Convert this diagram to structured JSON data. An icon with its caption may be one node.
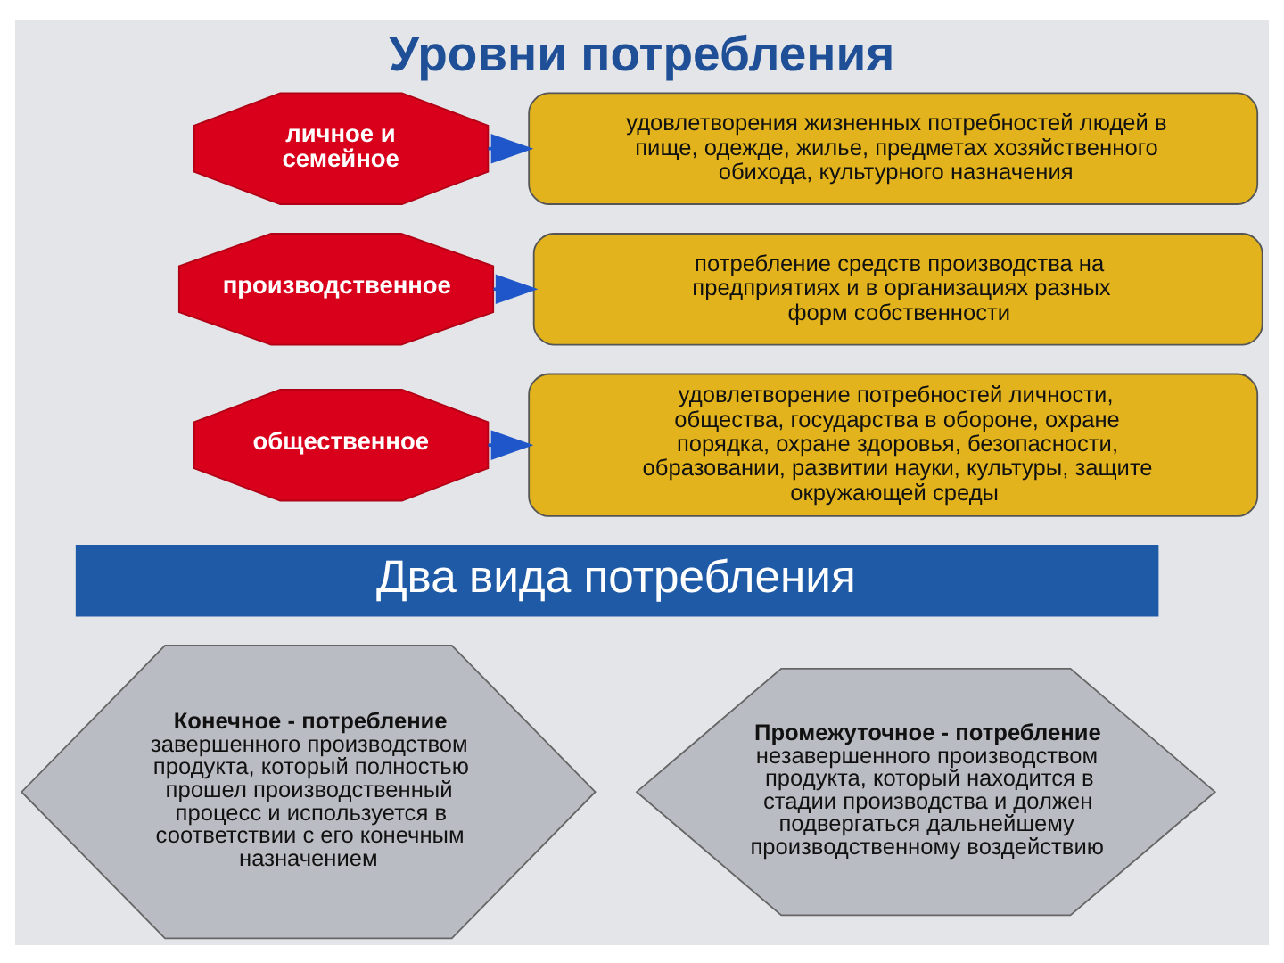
{
  "diagram": {
    "title": "Уровни потребления",
    "nodes": [
      {
        "text": [
          "личное и семейное"
        ]
      },
      {
        "text": [
          "удовлетворения жизненных потребностей людей в пище, одежде, жилье, предметах хозяйственного обихода, культурного назначения"
        ]
      },
      {
        "text": [
          "производственное"
        ]
      },
      {
        "text": [
          "потребление средств производства на предприятиях и в организациях разных форм собственности"
        ]
      },
      {
        "text": [
          "общественное"
        ]
      },
      {
        "text": [
          "удовлетворение потребностей личности, общества, государства в обороне, охране порядка, охране здоровья, безопасности, образовании, развитии науки, культуры, защите окружающей среды"
        ]
      },
      {
        "text": [
          "Два вида потребления"
        ]
      },
      {
        "text": [
          "Конечное - потребление",
          "завершенного производством продукта, который полностью прошел производственный процесс и используется в соответствии с его конечным назначением"
        ]
      },
      {
        "text": [
          "Промежуточное - потребление",
          "незавершенного производством продукта, который находится в стадии производства и должен подвергаться дальнейшему производственному воздействию"
        ]
      }
    ],
    "edges": [
      {
        "from": 0,
        "to": 1,
        "arrow": "to"
      },
      {
        "from": 2,
        "to": 3,
        "arrow": "to"
      },
      {
        "from": 4,
        "to": 5,
        "arrow": "to"
      }
    ]
  }
}
